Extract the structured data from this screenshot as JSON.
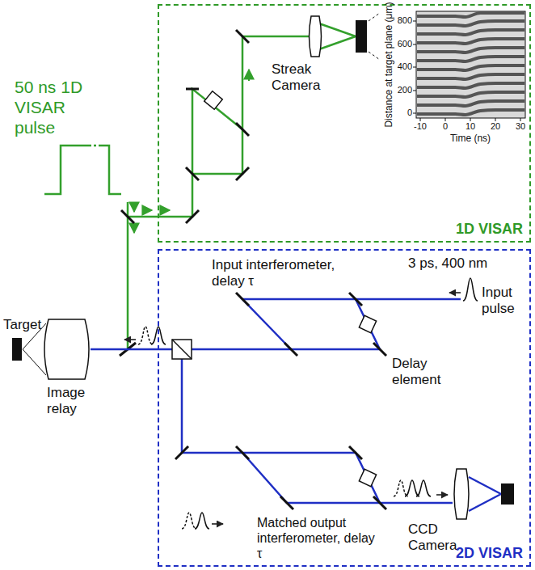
{
  "diagram": {
    "nodes": [
      {
        "text": [
          "1D VISAR"
        ]
      },
      {
        "text": [
          "2D VISAR"
        ]
      }
    ],
    "labels": [
      "50 ns 1D VISAR pulse",
      "Streak Camera",
      "Distance at target plane (μm)",
      "800",
      "600",
      "400",
      "200",
      "0",
      "-10",
      "0",
      "10",
      "20",
      "30",
      "Time (ns)",
      "Input interferometer, delay τ",
      "3 ps, 400 nm",
      "Input pulse",
      "Delay element",
      "Target",
      "Image relay",
      "CCD Camera",
      "Matched output interferometer, delay τ"
    ]
  }
}
